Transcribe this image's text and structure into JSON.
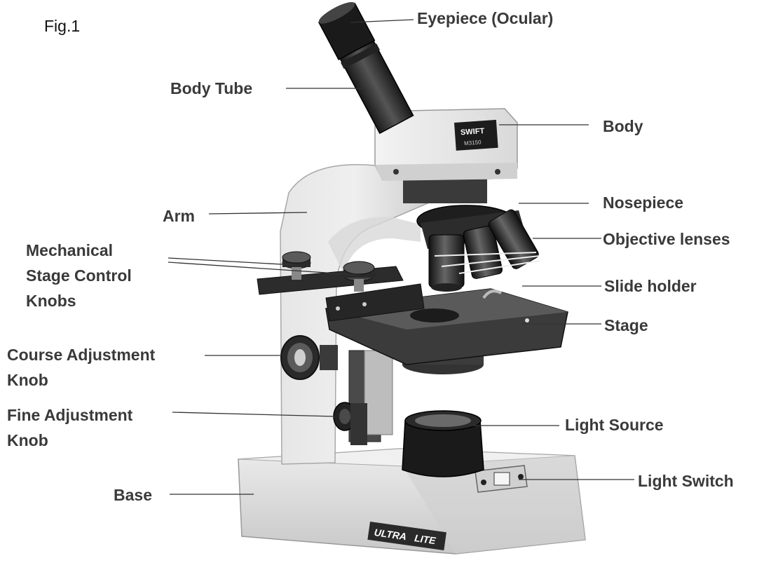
{
  "figure_label": "Fig.1",
  "brand": {
    "body_logo": "SWIFT",
    "body_model": "M3150",
    "base_logo_ultra": "ULTRA",
    "base_logo_lite": "LITE"
  },
  "labels": {
    "eyepiece": "Eyepiece (Ocular)",
    "body_tube": "Body Tube",
    "body": "Body",
    "nosepiece": "Nosepiece",
    "arm": "Arm",
    "objective_lenses": "Objective lenses",
    "mechanical_1": "Mechanical",
    "mechanical_2": "Stage Control",
    "mechanical_3": "Knobs",
    "slide_holder": "Slide holder",
    "stage": "Stage",
    "course_1": "Course Adjustment",
    "course_2": "Knob",
    "fine_1": "Fine Adjustment",
    "fine_2": "Knob",
    "light_source": "Light Source",
    "light_switch": "Light Switch",
    "base": "Base"
  }
}
